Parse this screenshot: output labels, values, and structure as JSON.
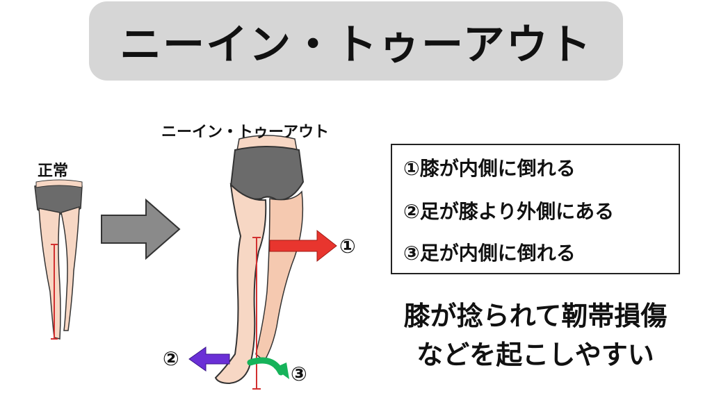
{
  "title": "ニーイン・トゥーアウト",
  "labels": {
    "normal": "正常",
    "knee_in": "ニーイン・トゥーアウト"
  },
  "markers": {
    "m1": "①",
    "m2": "②",
    "m3": "③"
  },
  "info_box": {
    "items": [
      "①膝が内側に倒れる",
      "②足が膝より外側にある",
      "③足が内側に倒れる"
    ]
  },
  "message": {
    "line1": "膝が捻られて靭帯損傷",
    "line2": "などを起こしやすい"
  },
  "colors": {
    "title_bg": "#d6d6d6",
    "skin": "#f7d7c4",
    "shorts": "#6b6b6b",
    "arrow_gray": "#8a8a8a",
    "arrow_red": "#e8352e",
    "arrow_purple": "#6a2fd6",
    "arrow_green": "#16b35a",
    "axis_line": "#d23030"
  }
}
